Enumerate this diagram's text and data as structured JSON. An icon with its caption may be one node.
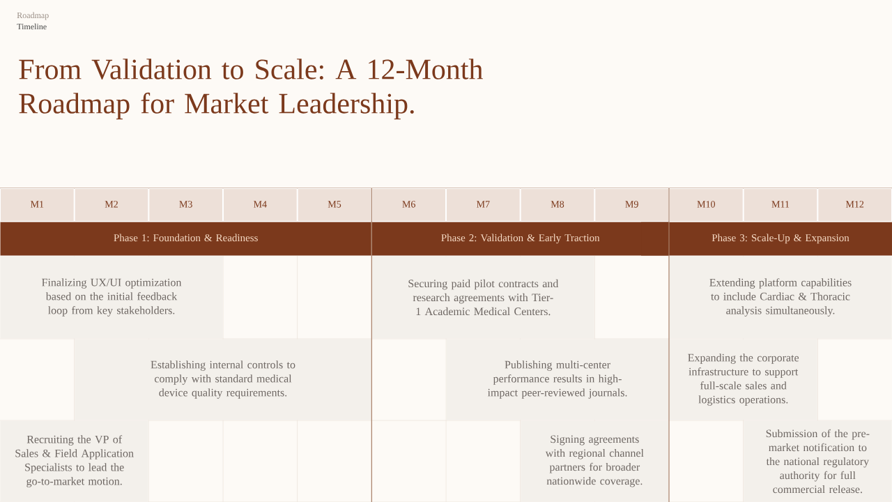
{
  "diagram": {
    "title": "From Validation to Scale: A 12-Month Roadmap for Market Leadership.",
    "nodes": [
      {
        "text": [
          "M1"
        ]
      },
      {
        "text": [
          "M2"
        ]
      },
      {
        "text": [
          "M3"
        ]
      },
      {
        "text": [
          "M4"
        ]
      },
      {
        "text": [
          "M5"
        ]
      },
      {
        "text": [
          "M6"
        ]
      },
      {
        "text": [
          "M7"
        ]
      },
      {
        "text": [
          "M8"
        ]
      },
      {
        "text": [
          "M9"
        ]
      },
      {
        "text": [
          "M10"
        ]
      },
      {
        "text": [
          "M11"
        ]
      },
      {
        "text": [
          "M12"
        ]
      },
      {
        "text": [
          "Phase 1: Foundation & Readiness"
        ]
      },
      {
        "text": [
          "Phase 2: Validation & Early Traction"
        ]
      },
      {
        "text": [
          "Phase 3: Scale-Up & Expansion"
        ]
      },
      {
        "text": [
          "Finalizing UX/UI optimization based on the initial feedback loop from key stakeholders."
        ]
      },
      {
        "text": [
          "Securing paid pilot contracts and research agreements with Tier-1 Academic Medical Centers."
        ]
      },
      {
        "text": [
          "Extending platform capabilities to include Cardiac & Thoracic analysis simultaneously."
        ]
      },
      {
        "text": [
          "Establishing internal controls to comply with standard medical device quality requirements."
        ]
      },
      {
        "text": [
          "Publishing multi-center performance results in high-impact peer-reviewed journals."
        ]
      },
      {
        "text": [
          "Expanding the corporate infrastructure to support full-scale sales and logistics operations."
        ]
      },
      {
        "text": [
          "Recruiting the VP of Sales & Field Application Specialists to lead the go-to-market motion."
        ]
      },
      {
        "text": [
          "Signing agreements with regional channel partners for broader nationwide coverage."
        ]
      },
      {
        "text": [
          "Submission of the pre-market notification to the national regulatory authority for full commercial release."
        ]
      }
    ],
    "labels": [
      "Roadmap",
      "Timeline"
    ]
  }
}
